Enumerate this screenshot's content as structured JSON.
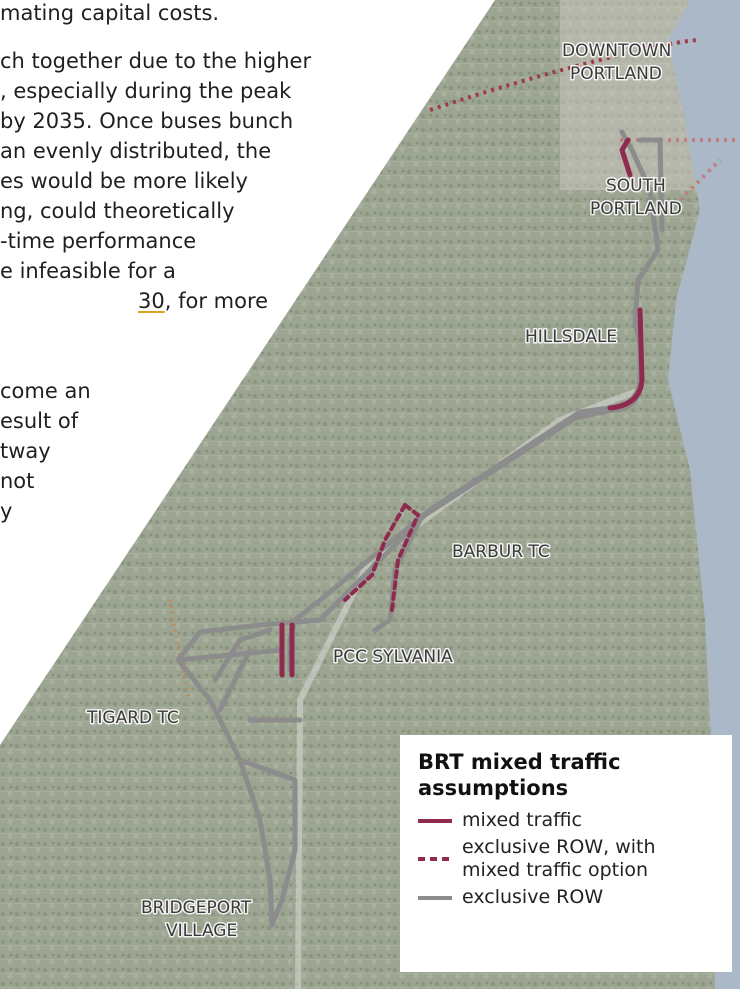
{
  "text_lines": [
    "mating capital costs.",
    "ch together due to the higher",
    ", especially during the peak",
    "by 2035. Once buses bunch",
    "an evenly distributed, the",
    "es would be more likely",
    "ng, could theoretically",
    "-time performance",
    "e infeasible for a",
    "30",
    ", for more",
    "come an",
    "esult of",
    "tway",
    "not",
    "y"
  ],
  "places": {
    "downtown": "DOWNTOWN",
    "portland": "PORTLAND",
    "south": "SOUTH",
    "south_portland": "PORTLAND",
    "hillsdale": "HILLSDALE",
    "barbur": "BARBUR TC",
    "pcc": "PCC SYLVANIA",
    "tigard": "TIGARD TC",
    "bridgeport": "BRIDGEPORT",
    "village": "VILLAGE"
  },
  "legend": {
    "title": "BRT mixed traffic assumptions",
    "items": [
      {
        "label": "mixed traffic"
      },
      {
        "label": "exclusive ROW, with mixed traffic option"
      },
      {
        "label": "exclusive ROW"
      }
    ]
  },
  "colors": {
    "mixed_traffic": "#8e2b4f",
    "exclusive_row": "#8c8c8c",
    "river": "#aab8c8",
    "terrain": "#9aa490"
  }
}
